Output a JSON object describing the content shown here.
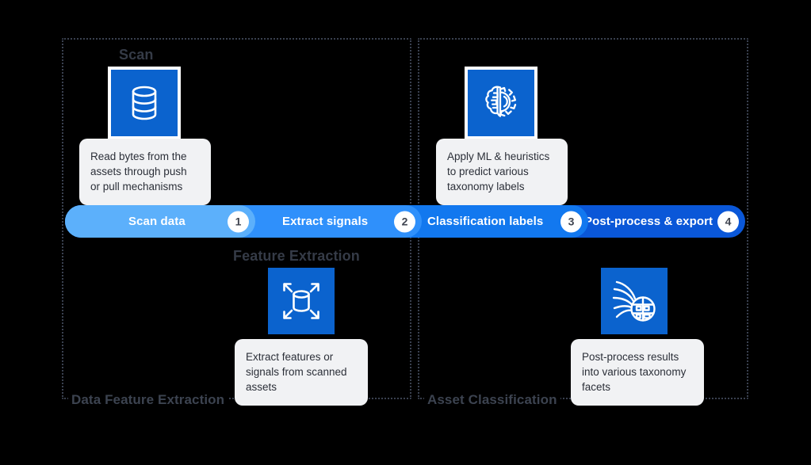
{
  "diagram": {
    "title_hidden": "",
    "background_color": "#000000",
    "accent_blue": "#0b63ce",
    "caption_bg": "#f1f2f4",
    "dashed_border_color": "#3a4150"
  },
  "groups": [
    {
      "id": "data-feature-extraction",
      "label": "Data Feature Extraction"
    },
    {
      "id": "asset-classification",
      "label": "Asset Classification"
    }
  ],
  "stages": [
    {
      "id": "scan",
      "title": "Scan",
      "icon": "database-icon",
      "caption": "Read bytes from  the assets through push or pull mechanisms"
    },
    {
      "id": "ml-heuristics",
      "title": "",
      "icon": "brain-gear-icon",
      "caption": "Apply ML & heuristics to predict various taxonomy labels"
    },
    {
      "id": "feature-extraction",
      "title": "Feature Extraction",
      "icon": "cylinder-expand-icon",
      "caption": "Extract features or signals from scanned assets"
    },
    {
      "id": "post-process",
      "title": "",
      "icon": "network-globe-icon",
      "caption": "Post-process results into various taxonomy facets"
    }
  ],
  "steps_bar": {
    "steps": [
      {
        "number": "1",
        "label": "Scan data",
        "color": "#5cb0fb"
      },
      {
        "number": "2",
        "label": "Extract signals",
        "color": "#2f90fb"
      },
      {
        "number": "3",
        "label": "Classification labels",
        "color": "#1278ef"
      },
      {
        "number": "4",
        "label": "Post-process & export",
        "color": "#0a57d8"
      }
    ]
  }
}
